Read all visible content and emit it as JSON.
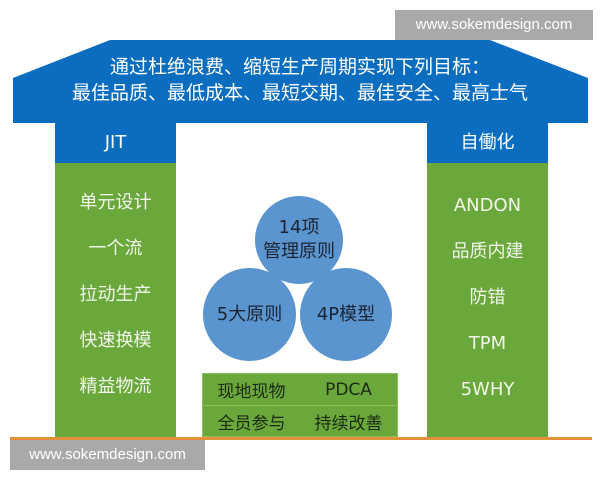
{
  "roof": {
    "line1": "通过杜绝浪费、缩短生产周期实现下列目标：",
    "line2": "最佳品质、最低成本、最短交期、最佳安全、最高士气"
  },
  "left_pillar": {
    "title": "JIT",
    "items": [
      "单元设计",
      "一个流",
      "拉动生产",
      "快速换模",
      "精益物流"
    ]
  },
  "right_pillar": {
    "title": "自働化",
    "items": [
      "ANDON",
      "品质内建",
      "防错",
      "TPM",
      "5WHY"
    ]
  },
  "center": {
    "circles": [
      {
        "line1": "14项",
        "line2": "管理原则"
      },
      {
        "line1": "5大原则"
      },
      {
        "line1": "4P模型"
      }
    ],
    "grid": [
      [
        "现地现物",
        "PDCA"
      ],
      [
        "全员参与",
        "持续改善"
      ]
    ]
  },
  "watermarks": {
    "top": "www.sokemdesign.com",
    "bottom": "www.sokemdesign.com"
  },
  "colors": {
    "roof_blue": "#0b6dc0",
    "pillar_green": "#6aa83c",
    "circle_blue": "#5b95cf",
    "baseline_orange": "#e0913a",
    "watermark_gray": "#a9a9a9"
  }
}
